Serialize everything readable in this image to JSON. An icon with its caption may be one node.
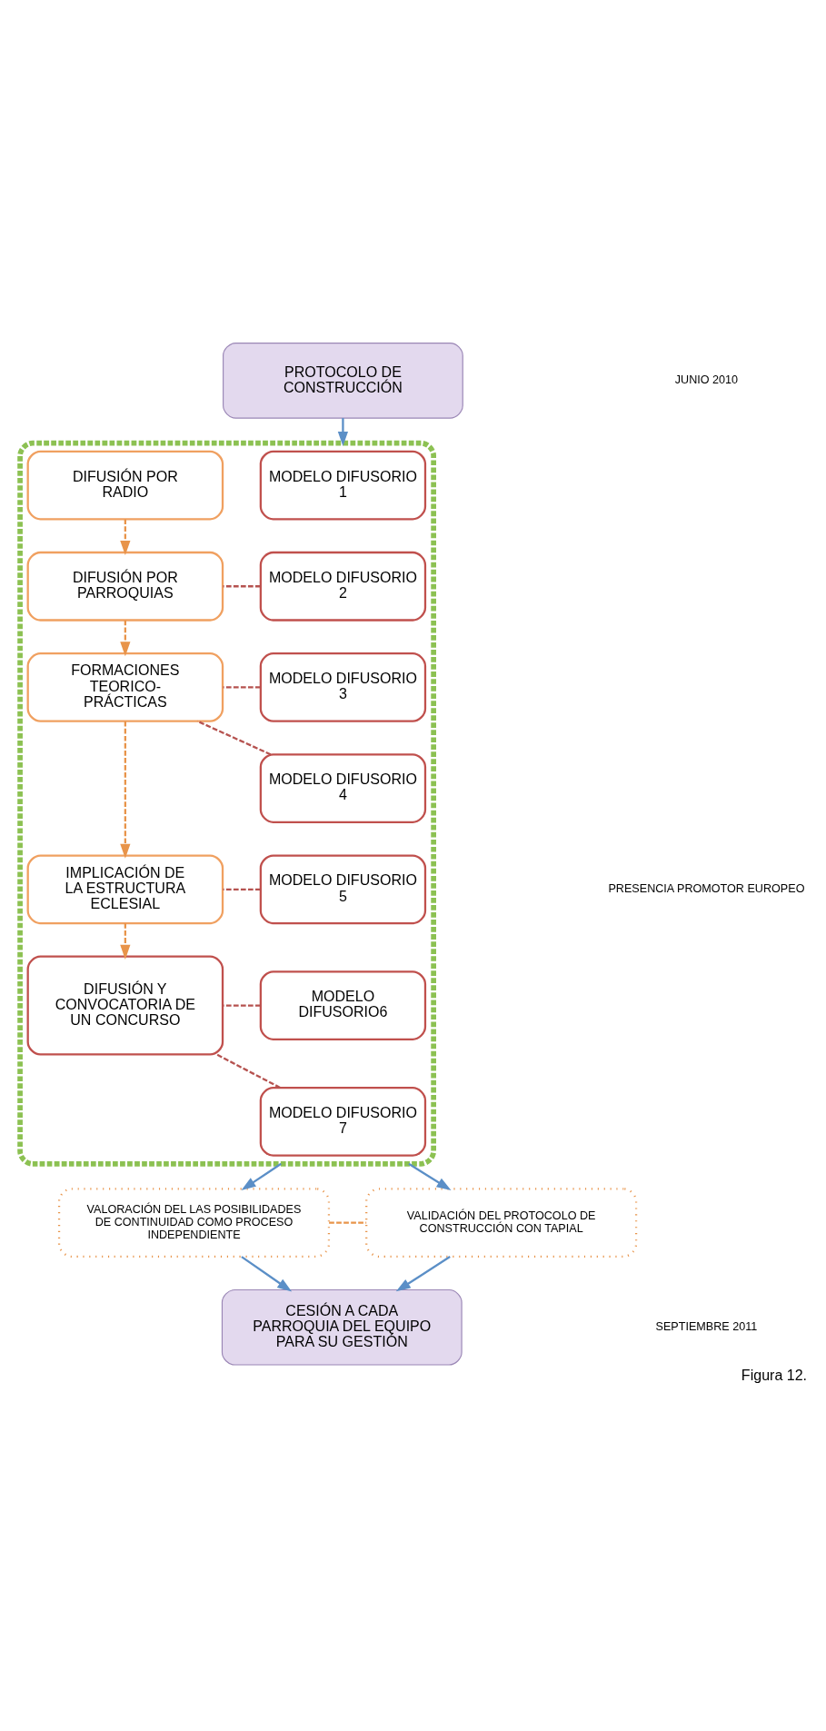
{
  "diagram": {
    "caption": "Figura 12.",
    "nodes": [
      {
        "text": [
          "PROTOCOLO DE CONSTRUCCIÓN"
        ]
      },
      {
        "text": [],
        "shape": "box"
      },
      {
        "text": [
          "MODELO DIFUSORIO 1"
        ],
        "in": 1
      },
      {
        "text": [
          "DIFUSIÓN POR RADIO"
        ],
        "in": 1
      },
      {
        "text": [
          "MODELO DIFUSORIO 2"
        ],
        "in": 1
      },
      {
        "text": [
          "DIFUSIÓN POR PARROQUIAS"
        ],
        "in": 1
      },
      {
        "text": [
          "MODELO DIFUSORIO 3"
        ],
        "in": 1
      },
      {
        "text": [
          "FORMACIONES TEORICO- PRÁCTICAS"
        ],
        "in": 1
      },
      {
        "text": [
          "MODELO DIFUSORIO 4"
        ],
        "in": 1
      },
      {
        "text": [
          "IMPLICACIÓN DE LA ESTRUCTURA ECLESIAL"
        ],
        "in": 1
      },
      {
        "text": [
          "MODELO DIFUSORIO 5"
        ],
        "in": 1
      },
      {
        "text": [
          "MODELO DIFUSORIO6"
        ],
        "in": 1
      },
      {
        "text": [
          "DIFUSIÓN Y CONVOCATORIA DE UN CONCURSO"
        ],
        "in": 1
      },
      {
        "text": [
          "MODELO DIFUSORIO 7"
        ],
        "in": 1
      },
      {
        "text": [
          "VALORACIÓN DEL LAS POSIBILIDADES DE CONTINUIDAD COMO PROCESO INDEPENDIENTE"
        ]
      },
      {
        "text": [
          "VALIDACIÓN DEL PROTOCOLO DE CONSTRUCCIÓN CON TAPIAL"
        ]
      },
      {
        "text": [
          "CESIÓN A CADA PARROQUIA DEL EQUIPO PARA SU GESTIÓN"
        ]
      }
    ],
    "edges": [
      {
        "from": 0,
        "to": 1,
        "arrow": "to",
        "color": "#5b8fc7"
      },
      {
        "from": 3,
        "to": 5,
        "arrow": "to",
        "style": "dashed",
        "color": "#e8944a"
      },
      {
        "from": 4,
        "to": 5,
        "arrow": "none",
        "style": "dashed"
      },
      {
        "from": 5,
        "to": 7,
        "arrow": "to",
        "style": "dashed",
        "color": "#e8944a"
      },
      {
        "from": 6,
        "to": 7,
        "arrow": "none",
        "style": "dashed"
      },
      {
        "from": 8,
        "to": 7,
        "arrow": "none",
        "style": "dashed"
      },
      {
        "from": 7,
        "to": 9,
        "arrow": "to",
        "style": "dashed",
        "color": "#e8944a"
      },
      {
        "from": 10,
        "to": 9,
        "arrow": "none",
        "style": "dashed"
      },
      {
        "from": 9,
        "to": 12,
        "arrow": "to",
        "style": "dashed",
        "color": "#e8944a"
      },
      {
        "from": 11,
        "to": 12,
        "arrow": "none",
        "style": "dashed"
      },
      {
        "from": 13,
        "to": 12,
        "arrow": "none",
        "style": "dashed"
      },
      {
        "from": 1,
        "to": 14,
        "arrow": "to",
        "color": "#5b8fc7"
      },
      {
        "from": 1,
        "to": 15,
        "arrow": "to",
        "color": "#5b8fc7"
      },
      {
        "from": 14,
        "to": 15,
        "arrow": "none",
        "style": "dashed",
        "color": "#e8944a"
      },
      {
        "from": 14,
        "to": 16,
        "arrow": "to",
        "color": "#5b8fc7"
      },
      {
        "from": 15,
        "to": 16,
        "arrow": "to",
        "color": "#5b8fc7"
      }
    ],
    "labels": [
      "JUNIO 2010",
      "PRESENCIA PROMOTOR EUROPEO",
      "SEPTIEMBRE 2011"
    ]
  }
}
